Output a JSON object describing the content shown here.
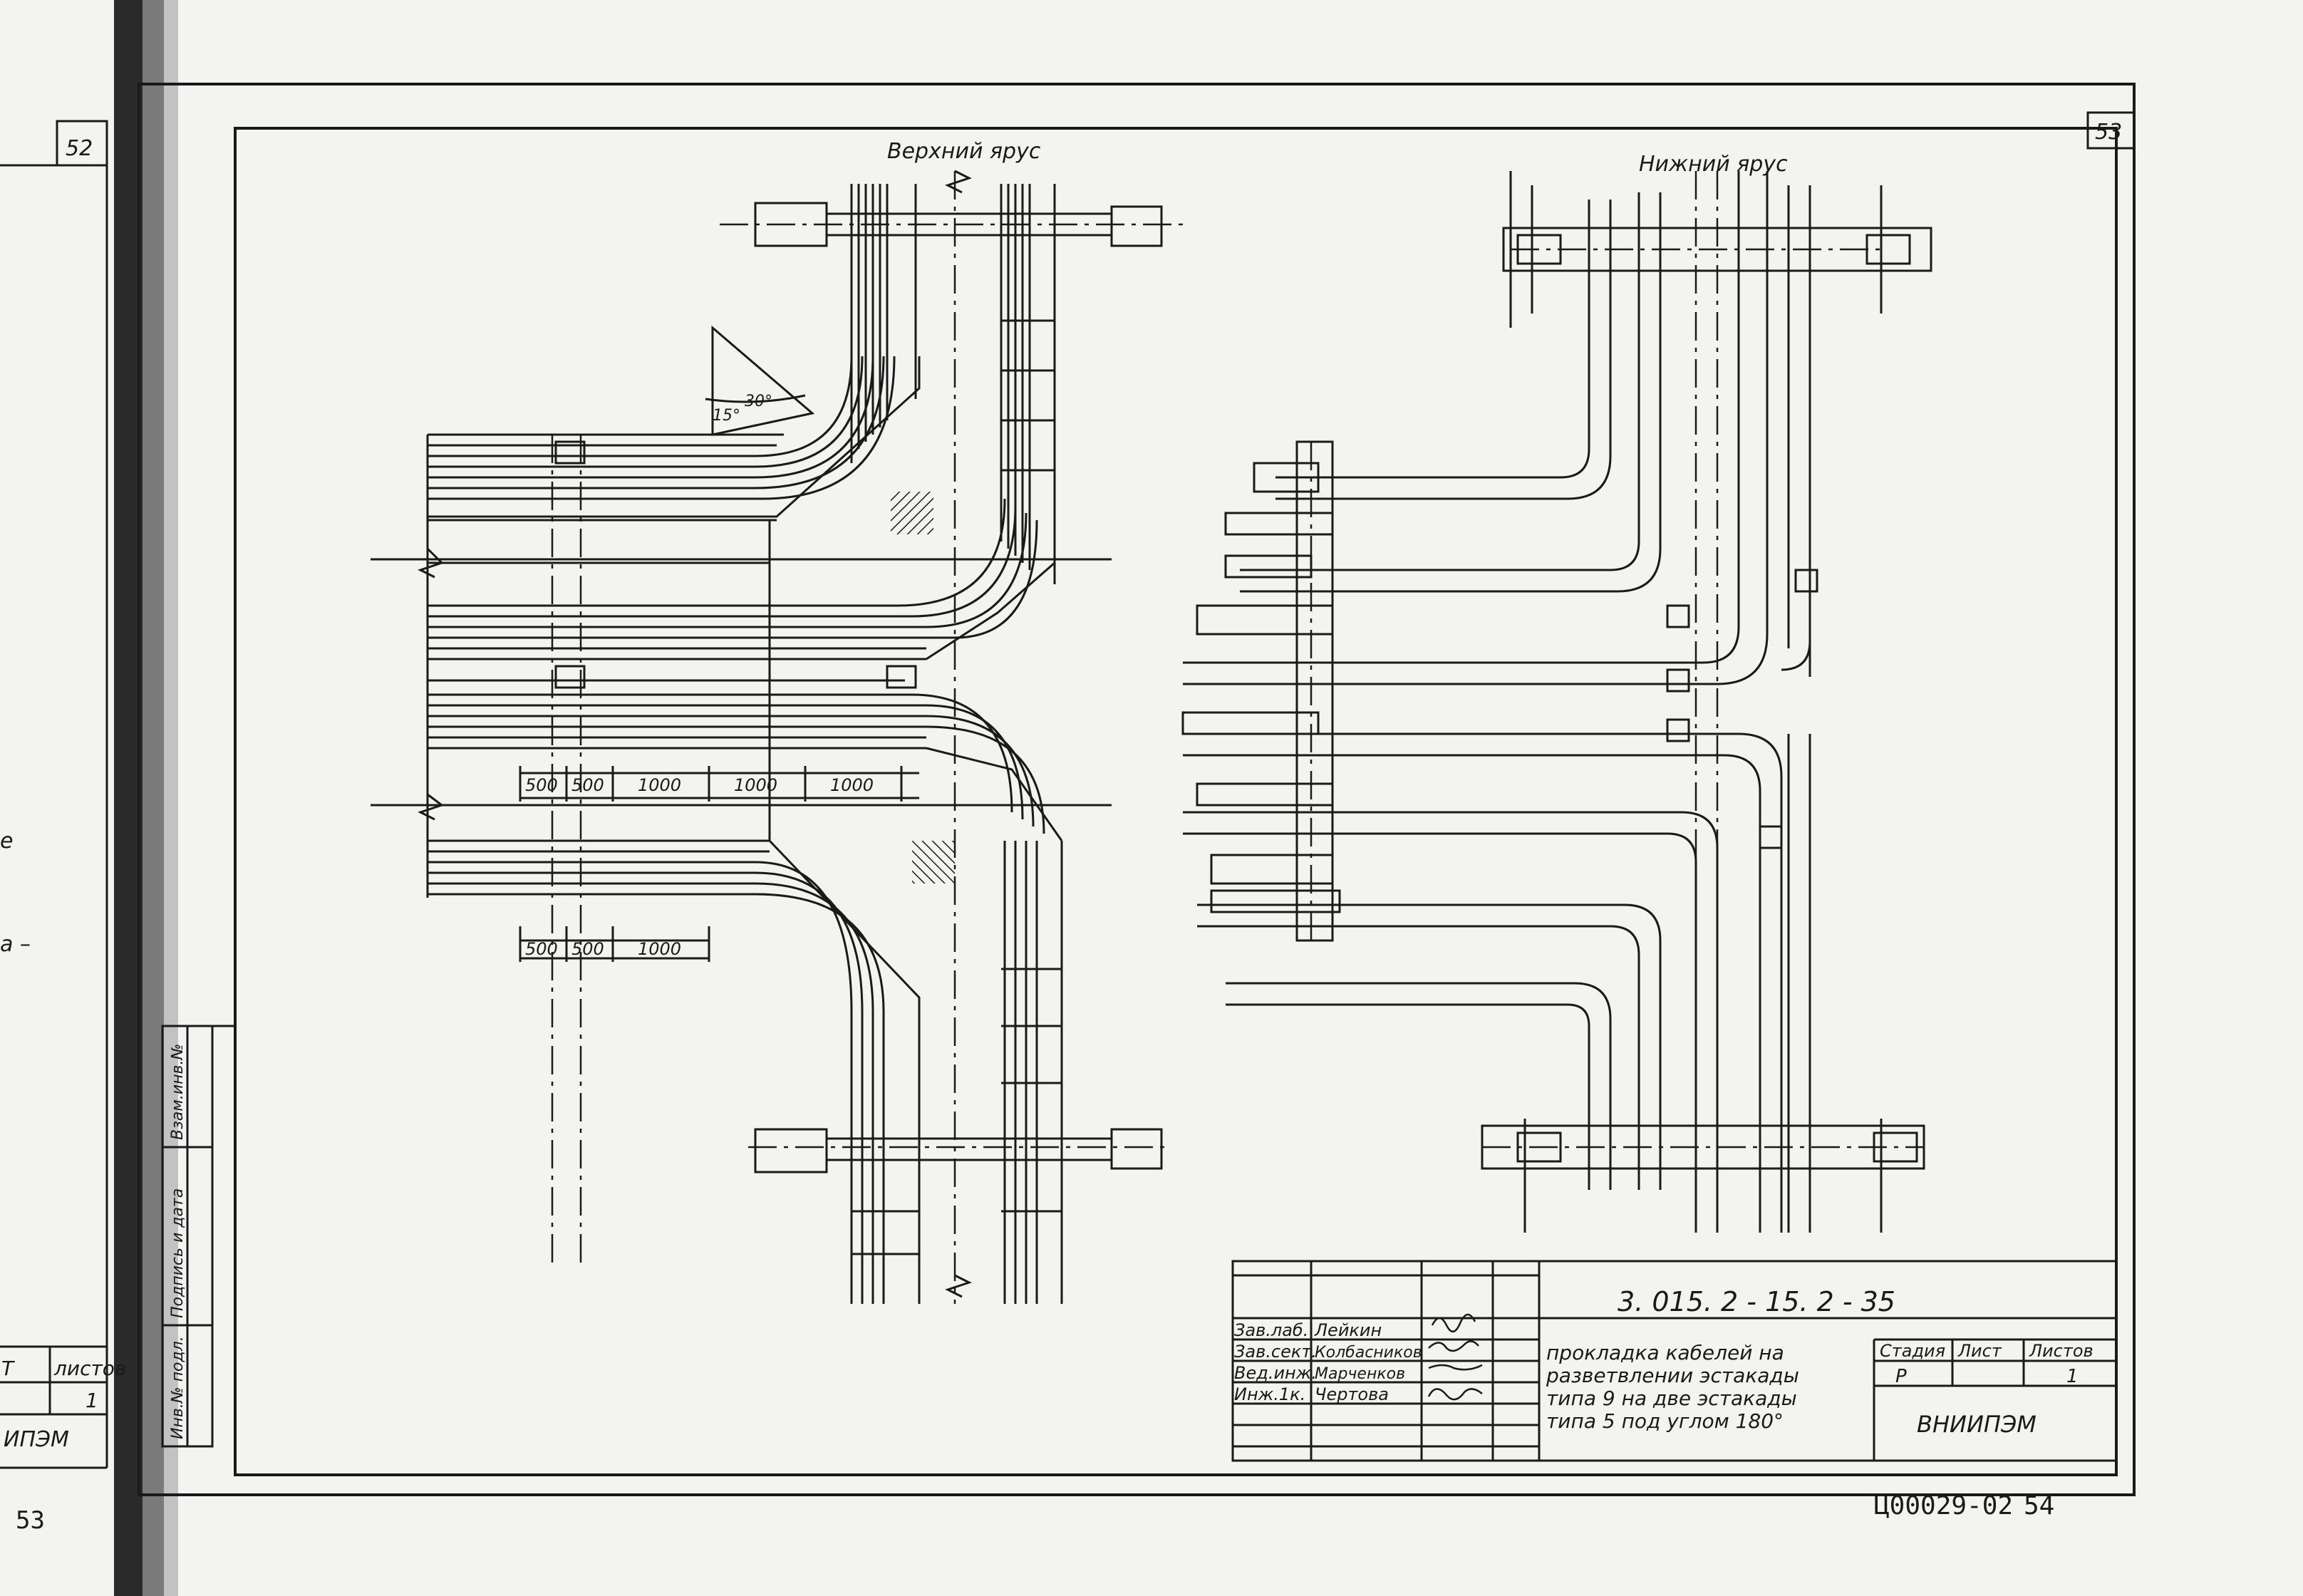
{
  "left_page": {
    "page_number_box": "52",
    "footer_page": "53",
    "title_fragments": [
      "Т",
      "листов",
      "1",
      "ИПЭМ"
    ],
    "margin_letters": [
      "е",
      "а –"
    ]
  },
  "sheet": {
    "sheet_number": "53",
    "document_code": "3. 015. 2 - 15. 2 - 35",
    "archive_code": "Ц00029-02",
    "archive_page": "54",
    "side_stamp": [
      "Инв.№ подл.",
      "Подпись и дата",
      "Взам.инв.№"
    ]
  },
  "drawings": {
    "upper_tier_label": "Верхний   ярус",
    "lower_tier_label": "Нижний   ярус",
    "angle_labels": [
      "15°",
      "30°"
    ],
    "dimensions_row1": [
      "500",
      "500",
      "1000",
      "1000",
      "1000"
    ],
    "dimensions_row2": [
      "500",
      "500",
      "1000"
    ]
  },
  "title_block": {
    "people": [
      {
        "role": "Зав.лаб.",
        "name": "Лейкин"
      },
      {
        "role": "Зав.сект.",
        "name": "Колбасников"
      },
      {
        "role": "Вед.инж.",
        "name": "Марченков"
      },
      {
        "role": "Инж.1к.",
        "name": "Чертова"
      }
    ],
    "description": [
      "прокладка кабелей на",
      "разветвлении эстакады",
      "типа 9 на две эстакады",
      "типа 5 под углом 180°"
    ],
    "stage_header": "Стадия",
    "sheet_header": "Лист",
    "sheets_header": "Листов",
    "stage_value": "Р",
    "sheet_value": "1",
    "organization": "ВНИИПЭМ"
  }
}
